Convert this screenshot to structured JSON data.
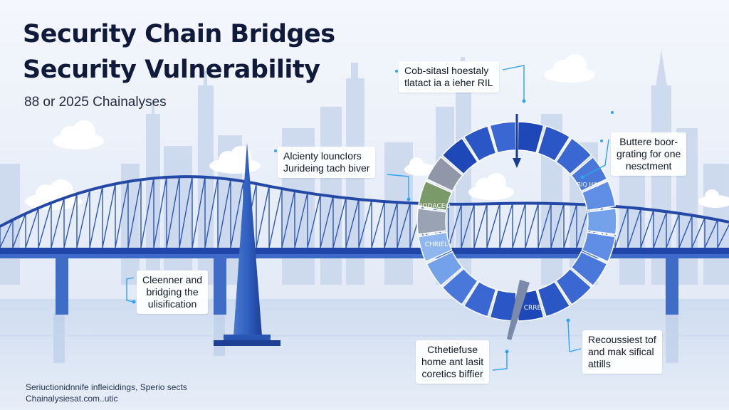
{
  "title_line1": "Security Chain Bridges",
  "title_line2": "Security Vulnerability",
  "subtitle": "88 or 2025 Chainalyses",
  "callouts": {
    "top_center": [
      "Cob-sitasl hoestaly",
      "tlatact ia a ieher RIL"
    ],
    "mid_left": [
      "Alcienty louncIors",
      "Jurideing tach biver"
    ],
    "right_top": [
      "Buttere boor-",
      "grating for one",
      "nesctment"
    ],
    "left": [
      "Cleenner and",
      "bridging the",
      "ulisification"
    ],
    "bottom_center": [
      "Cthetiefuse",
      "home ant lasit",
      "coretics biffier"
    ],
    "bottom_right": [
      "Recoussiest tof",
      "and mak sifical",
      "attills"
    ]
  },
  "ring_labels": [
    "BODACEO",
    "CHRIEL",
    "CRRE",
    "RIQ HIN"
  ],
  "footer": [
    "Seriuctionidnnife infleicidings, Sperio sects",
    "Chainalysiesat.com..utic"
  ],
  "icons": [
    "bridge-icon",
    "tower-icon",
    "ring-diagram-icon",
    "arrow-icon",
    "cloud-icon"
  ],
  "colors": {
    "title": "#101a3a",
    "bridge": "#2c57b8",
    "ring_dark": "#1e48b8",
    "ring_light": "#6ea4e8",
    "callout_line": "#2ea3f0"
  }
}
